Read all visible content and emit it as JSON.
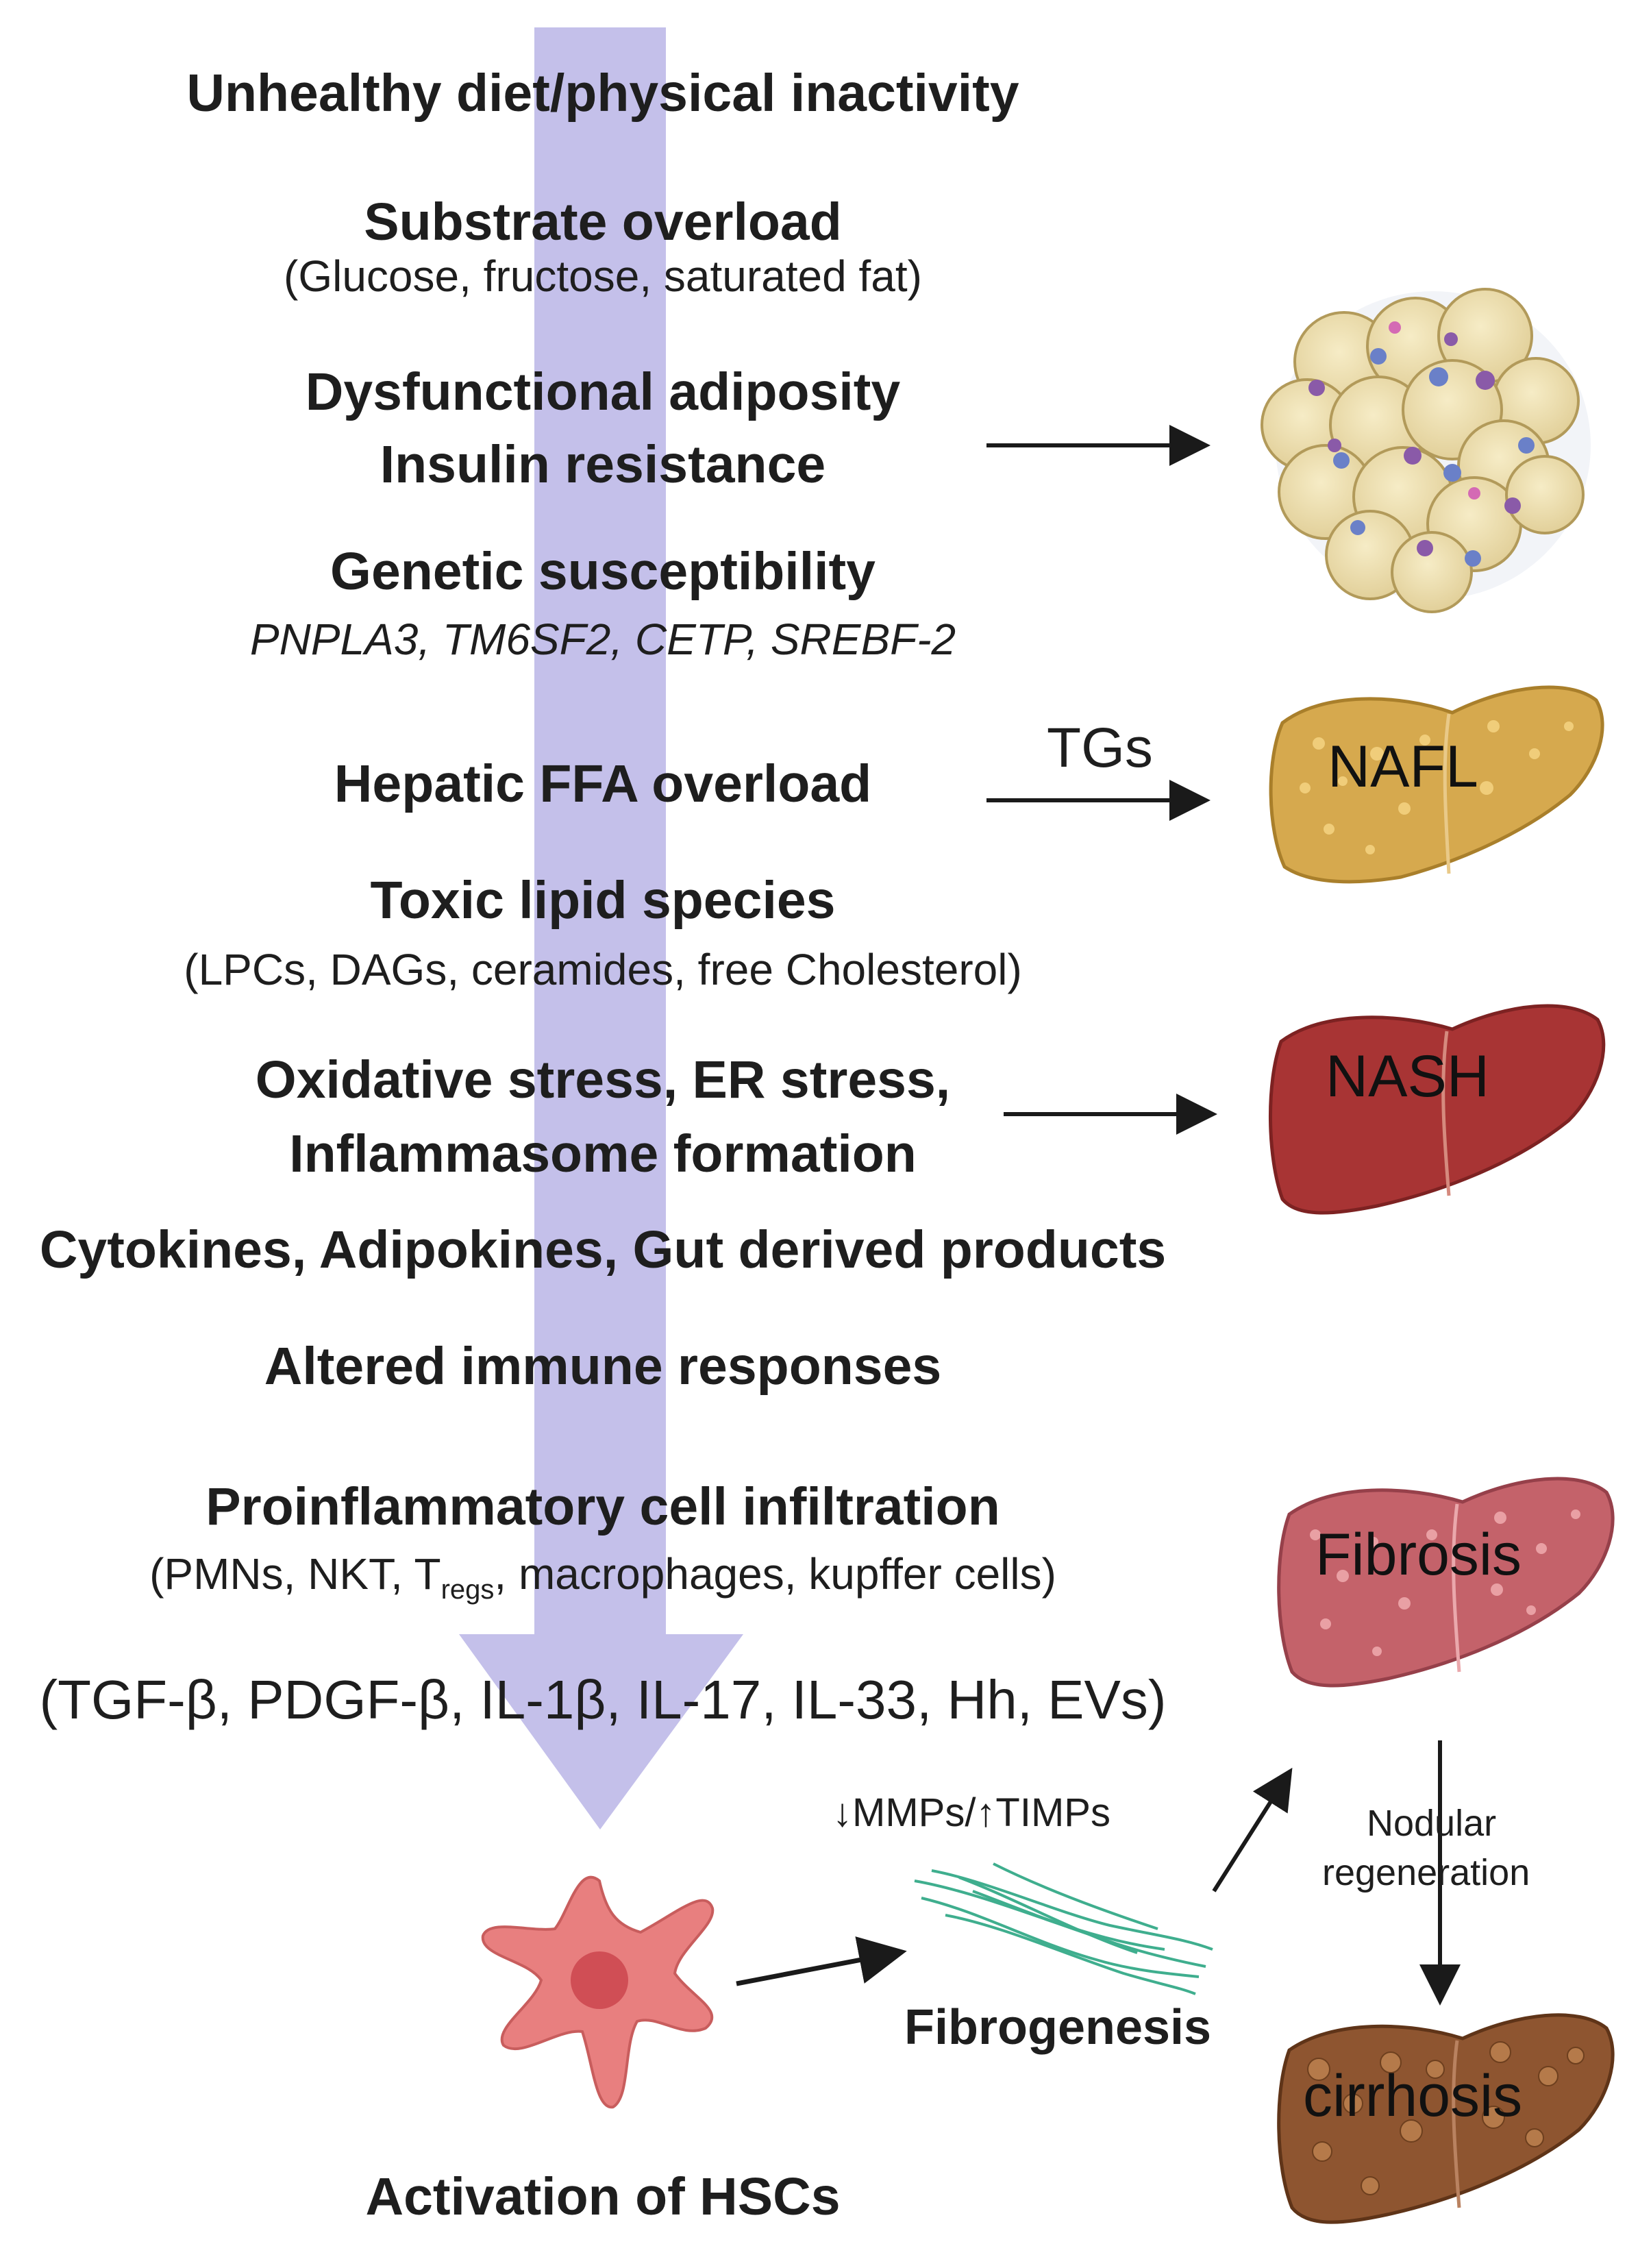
{
  "pathway": {
    "unhealthy": "Unhealthy diet/physical inactivity",
    "substrate_title": "Substrate overload",
    "substrate_detail": "(Glucose, fructose, saturated fat)",
    "adiposity": "Dysfunctional adiposity",
    "insulin": "Insulin resistance",
    "genetic_title": "Genetic susceptibility",
    "genetic_genes": "PNPLA3, TM6SF2, CETP, SREBF-2",
    "hepatic": "Hepatic FFA overload",
    "toxic_title": "Toxic lipid species",
    "toxic_detail": "(LPCs, DAGs, ceramides, free Cholesterol)",
    "oxidative": "Oxidative stress, ER stress,",
    "inflammasome": "Inflammasome formation",
    "cytokines": "Cytokines, Adipokines, Gut derived products",
    "immune": "Altered immune responses",
    "infiltration_title": "Proinflammatory cell infiltration",
    "infiltration_pre": "(PMNs, NKT, T",
    "infiltration_sub": "regs",
    "infiltration_post": ", macrophages, kupffer cells)",
    "mediators": "(TGF-β, PDGF-β, IL-1β, IL-17, IL-33, Hh, EVs)",
    "activation": "Activation of HSCs"
  },
  "right": {
    "tgs": "TGs",
    "nafl": "NAFL",
    "nash": "NASH",
    "fibrosis": "Fibrosis",
    "cirrhosis": "cirrhosis",
    "mmps": "↓MMPs/↑TIMPs",
    "fibrogenesis": "Fibrogenesis",
    "nodular": "Nodular",
    "regeneration": "regeneration"
  },
  "colors": {
    "big_arrow": "#c4c0ea",
    "nafl": "#d6a94e",
    "nash": "#a83434",
    "fibrosis": "#c4626a",
    "cirrhosis": "#8e5530",
    "hsc": "#e87f7f",
    "fibers": "#3fae8e"
  }
}
